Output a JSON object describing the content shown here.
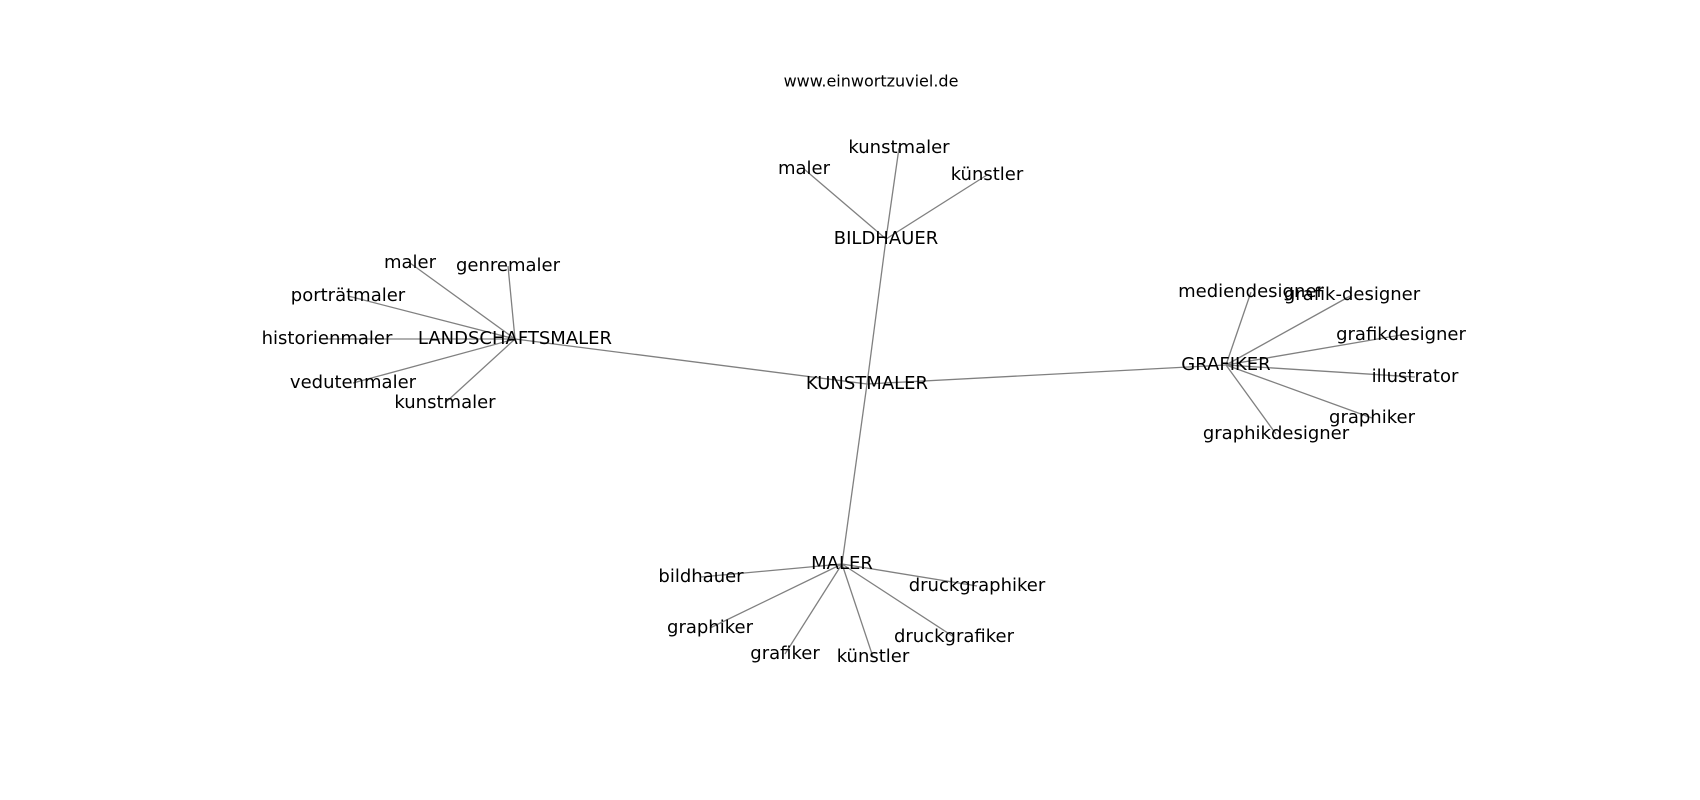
{
  "header": {
    "site": "www.einwortzuviel.de"
  },
  "colors": {
    "edge": "#808080",
    "text": "#000000",
    "background": "#ffffff"
  },
  "graph": {
    "nodes": [
      {
        "id": "kunstmaler_root",
        "label": "KUNSTMALER"
      },
      {
        "id": "bildhauer_hub",
        "label": "BILDHAUER"
      },
      {
        "id": "landschaftsmaler_hub",
        "label": "LANDSCHAFTSMALER"
      },
      {
        "id": "grafiker_hub",
        "label": "GRAFIKER"
      },
      {
        "id": "maler_hub",
        "label": "MALER"
      },
      {
        "id": "b_maler",
        "label": "maler"
      },
      {
        "id": "b_kunstmaler",
        "label": "kunstmaler"
      },
      {
        "id": "b_kuenstler",
        "label": "künstler"
      },
      {
        "id": "l_maler",
        "label": "maler"
      },
      {
        "id": "l_genremaler",
        "label": "genremaler"
      },
      {
        "id": "l_portraetmaler",
        "label": "porträtmaler"
      },
      {
        "id": "l_historienmaler",
        "label": "historienmaler"
      },
      {
        "id": "l_vedutenmaler",
        "label": "vedutenmaler"
      },
      {
        "id": "l_kunstmaler",
        "label": "kunstmaler"
      },
      {
        "id": "g_mediendesigner",
        "label": "mediendesigner"
      },
      {
        "id": "g_grafik_designer",
        "label": "grafik-designer"
      },
      {
        "id": "g_grafikdesigner",
        "label": "grafikdesigner"
      },
      {
        "id": "g_illustrator",
        "label": "illustrator"
      },
      {
        "id": "g_graphiker",
        "label": "graphiker"
      },
      {
        "id": "g_graphikdesigner",
        "label": "graphikdesigner"
      },
      {
        "id": "m_bildhauer",
        "label": "bildhauer"
      },
      {
        "id": "m_druckgraphiker",
        "label": "druckgraphiker"
      },
      {
        "id": "m_graphiker",
        "label": "graphiker"
      },
      {
        "id": "m_druckgrafiker",
        "label": "druckgrafiker"
      },
      {
        "id": "m_grafiker",
        "label": "grafiker"
      },
      {
        "id": "m_kuenstler",
        "label": "künstler"
      }
    ],
    "edges": [
      [
        "kunstmaler_root",
        "bildhauer_hub"
      ],
      [
        "kunstmaler_root",
        "landschaftsmaler_hub"
      ],
      [
        "kunstmaler_root",
        "grafiker_hub"
      ],
      [
        "kunstmaler_root",
        "maler_hub"
      ],
      [
        "bildhauer_hub",
        "b_maler"
      ],
      [
        "bildhauer_hub",
        "b_kunstmaler"
      ],
      [
        "bildhauer_hub",
        "b_kuenstler"
      ],
      [
        "landschaftsmaler_hub",
        "l_maler"
      ],
      [
        "landschaftsmaler_hub",
        "l_genremaler"
      ],
      [
        "landschaftsmaler_hub",
        "l_portraetmaler"
      ],
      [
        "landschaftsmaler_hub",
        "l_historienmaler"
      ],
      [
        "landschaftsmaler_hub",
        "l_vedutenmaler"
      ],
      [
        "landschaftsmaler_hub",
        "l_kunstmaler"
      ],
      [
        "grafiker_hub",
        "g_mediendesigner"
      ],
      [
        "grafiker_hub",
        "g_grafik_designer"
      ],
      [
        "grafiker_hub",
        "g_grafikdesigner"
      ],
      [
        "grafiker_hub",
        "g_illustrator"
      ],
      [
        "grafiker_hub",
        "g_graphiker"
      ],
      [
        "grafiker_hub",
        "g_graphikdesigner"
      ],
      [
        "maler_hub",
        "m_bildhauer"
      ],
      [
        "maler_hub",
        "m_druckgraphiker"
      ],
      [
        "maler_hub",
        "m_graphiker"
      ],
      [
        "maler_hub",
        "m_druckgrafiker"
      ],
      [
        "maler_hub",
        "m_grafiker"
      ],
      [
        "maler_hub",
        "m_kuenstler"
      ]
    ]
  }
}
